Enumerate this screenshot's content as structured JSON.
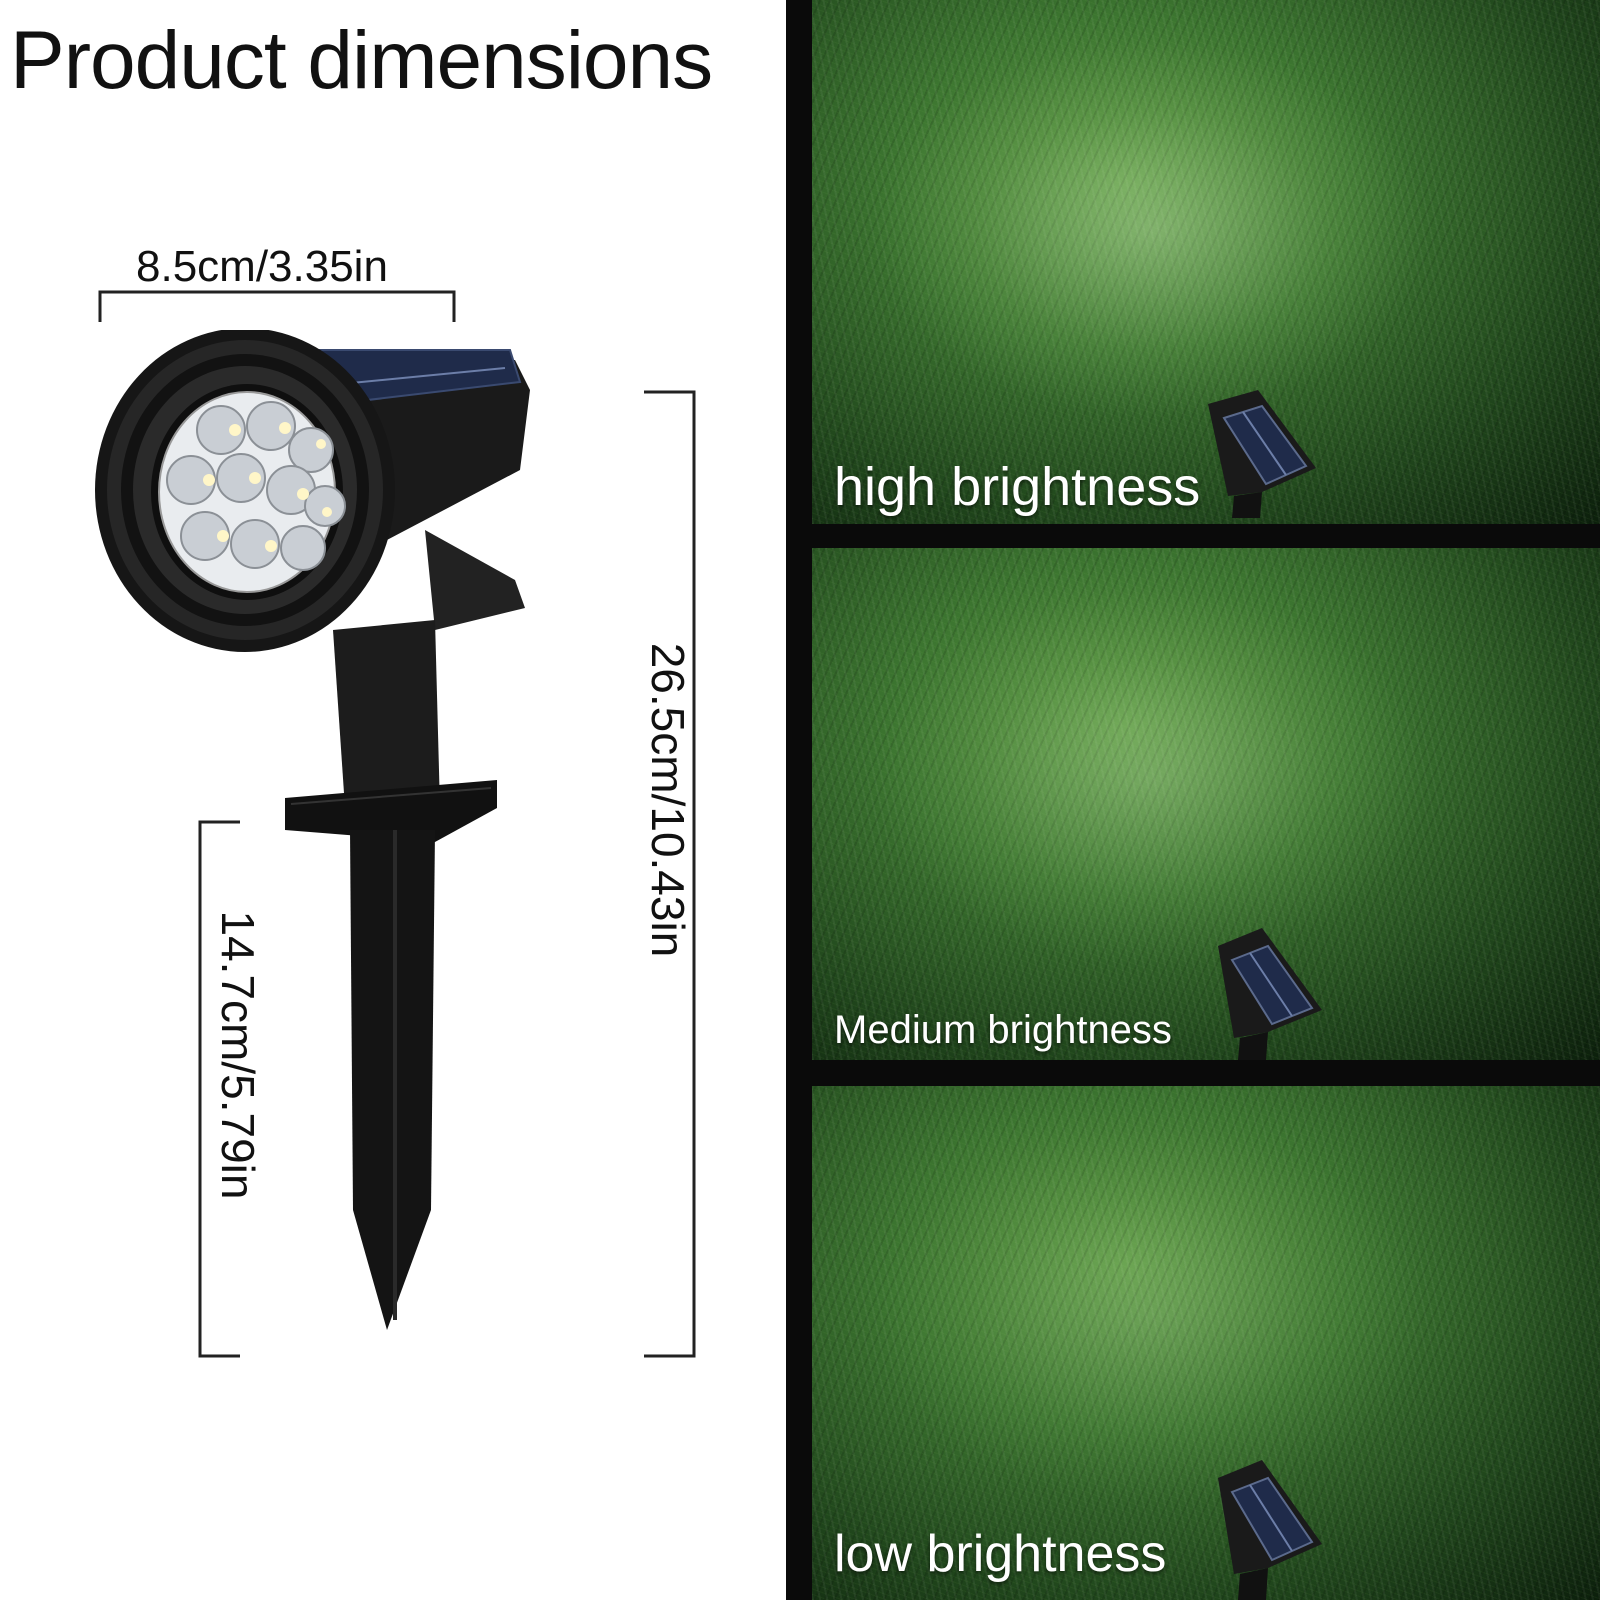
{
  "title": "Product dimensions",
  "dimensions": {
    "width": "8.5cm/3.35in",
    "height": "26.5cm/10.43in",
    "stake": "14.7cm/5.79in"
  },
  "brightness_modes": [
    {
      "label": "high brightness"
    },
    {
      "label": "Medium brightness"
    },
    {
      "label": "low brightness"
    }
  ],
  "colors": {
    "background": "#ffffff",
    "divider": "#0a0a0a",
    "grass": "#3c7530",
    "lamp_body": "#1c1c1c",
    "solar_panel": "#1f2b4a",
    "label_text": "#ffffff"
  },
  "icons": [
    "solar-spotlight-icon",
    "solar-panel-icon"
  ]
}
